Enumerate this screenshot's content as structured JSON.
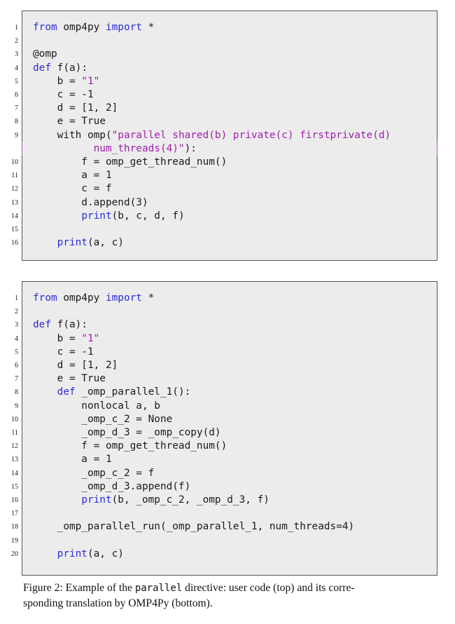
{
  "colors": {
    "keyword": "#2b2bd6",
    "string": "#a21caf",
    "text": "#1a1a1a",
    "listing_background": "#ececec",
    "listing_border": "#555555"
  },
  "listings": [
    {
      "name": "user-code",
      "lines": [
        {
          "number": "1",
          "tokens": [
            {
              "t": "from",
              "k": "kw"
            },
            {
              "t": " omp4py ",
              "k": "plain"
            },
            {
              "t": "import",
              "k": "kw"
            },
            {
              "t": " *",
              "k": "plain"
            }
          ]
        },
        {
          "number": "2",
          "tokens": []
        },
        {
          "number": "3",
          "tokens": [
            {
              "t": "@omp",
              "k": "plain"
            }
          ]
        },
        {
          "number": "4",
          "tokens": [
            {
              "t": "def",
              "k": "kw"
            },
            {
              "t": " f(a):",
              "k": "plain"
            }
          ]
        },
        {
          "number": "5",
          "tokens": [
            {
              "t": "    b = ",
              "k": "plain"
            },
            {
              "t": "\"1\"",
              "k": "str"
            }
          ]
        },
        {
          "number": "6",
          "tokens": [
            {
              "t": "    c = -1",
              "k": "plain"
            }
          ]
        },
        {
          "number": "7",
          "tokens": [
            {
              "t": "    d = [1, 2]",
              "k": "plain"
            }
          ]
        },
        {
          "number": "8",
          "tokens": [
            {
              "t": "    e = True",
              "k": "plain"
            }
          ]
        },
        {
          "number": "9",
          "tokens": [
            {
              "t": "    with omp(",
              "k": "plain"
            },
            {
              "t": "\"parallel shared(b) private(c) firstprivate(d)",
              "k": "str"
            }
          ]
        },
        {
          "number": "",
          "tokens": [
            {
              "t": "          num_threads(4)\"",
              "k": "str"
            },
            {
              "t": "):",
              "k": "plain"
            }
          ]
        },
        {
          "number": "10",
          "tokens": [
            {
              "t": "        f = omp_get_thread_num()",
              "k": "plain"
            }
          ]
        },
        {
          "number": "11",
          "tokens": [
            {
              "t": "        a = 1",
              "k": "plain"
            }
          ]
        },
        {
          "number": "12",
          "tokens": [
            {
              "t": "        c = f",
              "k": "plain"
            }
          ]
        },
        {
          "number": "13",
          "tokens": [
            {
              "t": "        d.append(3)",
              "k": "plain"
            }
          ]
        },
        {
          "number": "14",
          "tokens": [
            {
              "t": "        ",
              "k": "plain"
            },
            {
              "t": "print",
              "k": "kw"
            },
            {
              "t": "(b, c, d, f)",
              "k": "plain"
            }
          ]
        },
        {
          "number": "15",
          "tokens": []
        },
        {
          "number": "16",
          "tokens": [
            {
              "t": "    ",
              "k": "plain"
            },
            {
              "t": "print",
              "k": "kw"
            },
            {
              "t": "(a, c)",
              "k": "plain"
            }
          ]
        }
      ]
    },
    {
      "name": "translated-code",
      "lines": [
        {
          "number": "1",
          "tokens": [
            {
              "t": "from",
              "k": "kw"
            },
            {
              "t": " omp4py ",
              "k": "plain"
            },
            {
              "t": "import",
              "k": "kw"
            },
            {
              "t": " *",
              "k": "plain"
            }
          ]
        },
        {
          "number": "2",
          "tokens": []
        },
        {
          "number": "3",
          "tokens": [
            {
              "t": "def",
              "k": "kw"
            },
            {
              "t": " f(a):",
              "k": "plain"
            }
          ]
        },
        {
          "number": "4",
          "tokens": [
            {
              "t": "    b = ",
              "k": "plain"
            },
            {
              "t": "\"1\"",
              "k": "str"
            }
          ]
        },
        {
          "number": "5",
          "tokens": [
            {
              "t": "    c = -1",
              "k": "plain"
            }
          ]
        },
        {
          "number": "6",
          "tokens": [
            {
              "t": "    d = [1, 2]",
              "k": "plain"
            }
          ]
        },
        {
          "number": "7",
          "tokens": [
            {
              "t": "    e = True",
              "k": "plain"
            }
          ]
        },
        {
          "number": "8",
          "tokens": [
            {
              "t": "    ",
              "k": "plain"
            },
            {
              "t": "def",
              "k": "kw"
            },
            {
              "t": " _omp_parallel_1():",
              "k": "plain"
            }
          ]
        },
        {
          "number": "9",
          "tokens": [
            {
              "t": "        nonlocal a, b",
              "k": "plain"
            }
          ]
        },
        {
          "number": "10",
          "tokens": [
            {
              "t": "        _omp_c_2 = None",
              "k": "plain"
            }
          ]
        },
        {
          "number": "11",
          "tokens": [
            {
              "t": "        _omp_d_3 = _omp_copy(d)",
              "k": "plain"
            }
          ]
        },
        {
          "number": "12",
          "tokens": [
            {
              "t": "        f = omp_get_thread_num()",
              "k": "plain"
            }
          ]
        },
        {
          "number": "13",
          "tokens": [
            {
              "t": "        a = 1",
              "k": "plain"
            }
          ]
        },
        {
          "number": "14",
          "tokens": [
            {
              "t": "        _omp_c_2 = f",
              "k": "plain"
            }
          ]
        },
        {
          "number": "15",
          "tokens": [
            {
              "t": "        _omp_d_3.append(f)",
              "k": "plain"
            }
          ]
        },
        {
          "number": "16",
          "tokens": [
            {
              "t": "        ",
              "k": "plain"
            },
            {
              "t": "print",
              "k": "kw"
            },
            {
              "t": "(b, _omp_c_2, _omp_d_3, f)",
              "k": "plain"
            }
          ]
        },
        {
          "number": "17",
          "tokens": []
        },
        {
          "number": "18",
          "tokens": [
            {
              "t": "    _omp_parallel_run(_omp_parallel_1, num_threads=4)",
              "k": "plain"
            }
          ]
        },
        {
          "number": "19",
          "tokens": []
        },
        {
          "number": "20",
          "tokens": [
            {
              "t": "    ",
              "k": "plain"
            },
            {
              "t": "print",
              "k": "kw"
            },
            {
              "t": "(a, c)",
              "k": "plain"
            }
          ]
        }
      ]
    }
  ],
  "caption": {
    "label": "Figure 2:",
    "text_before": " Example of the ",
    "code_word": "parallel",
    "text_line1_rest": " directive: user code (top) and its corre-",
    "text_line2": "sponding translation by OMP4Py (bottom)."
  }
}
